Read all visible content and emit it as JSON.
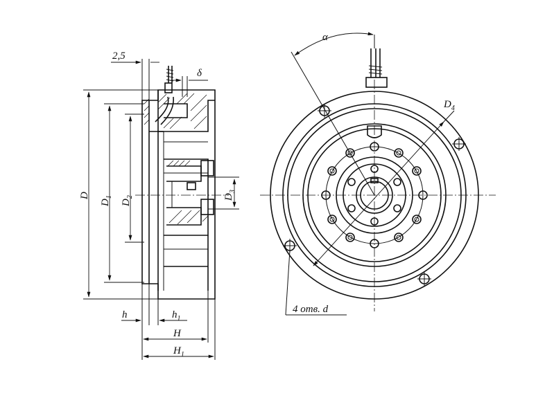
{
  "labels": {
    "dim_2_5": "2,5",
    "delta": "δ",
    "D": "D",
    "D1": "D",
    "D1_sub": "1",
    "D2": "D",
    "D2_sub": "2",
    "D3": "D",
    "D3_sub": "3",
    "D4": "D",
    "D4_sub": "4",
    "alpha": "α",
    "holes": "4 отв. d",
    "h": "h",
    "h1": "h",
    "h1_sub": "1",
    "H": "H",
    "H1": "H",
    "H1_sub": "1"
  }
}
